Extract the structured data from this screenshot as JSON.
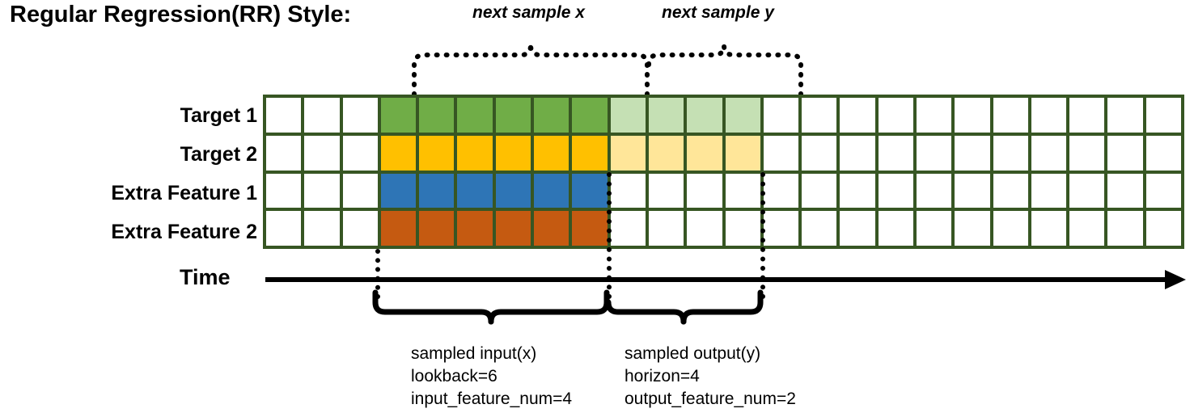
{
  "title": "Regular Regression(RR) Style:",
  "callouts": {
    "next_x": "next sample x",
    "next_y": "next sample y"
  },
  "rows": [
    {
      "label": "Target 1",
      "dark_color": "#70AD47",
      "light_color": "#C5E0B4",
      "has_output": true
    },
    {
      "label": "Target 2",
      "dark_color": "#FFC000",
      "light_color": "#FFE699",
      "has_output": true
    },
    {
      "label": "Extra Feature 1",
      "dark_color": "#2E75B6",
      "light_color": "#FFFFFF",
      "has_output": false
    },
    {
      "label": "Extra Feature 2",
      "dark_color": "#C55A11",
      "light_color": "#FFFFFF",
      "has_output": false
    }
  ],
  "axis": {
    "time_label": "Time"
  },
  "grid": {
    "total_columns": 24,
    "leading_blank_columns": 3,
    "input_columns": 6,
    "output_columns": 4,
    "trailing_blank_columns": 11,
    "border_color": "#375623",
    "empty_cell_color": "#FFFFFF"
  },
  "annotations": {
    "input": {
      "line1": "sampled input(x)",
      "line2": "lookback=6",
      "line3": "input_feature_num=4"
    },
    "output": {
      "line1": "sampled output(y)",
      "line2": "horizon=4",
      "line3": "output_feature_num=2"
    }
  }
}
